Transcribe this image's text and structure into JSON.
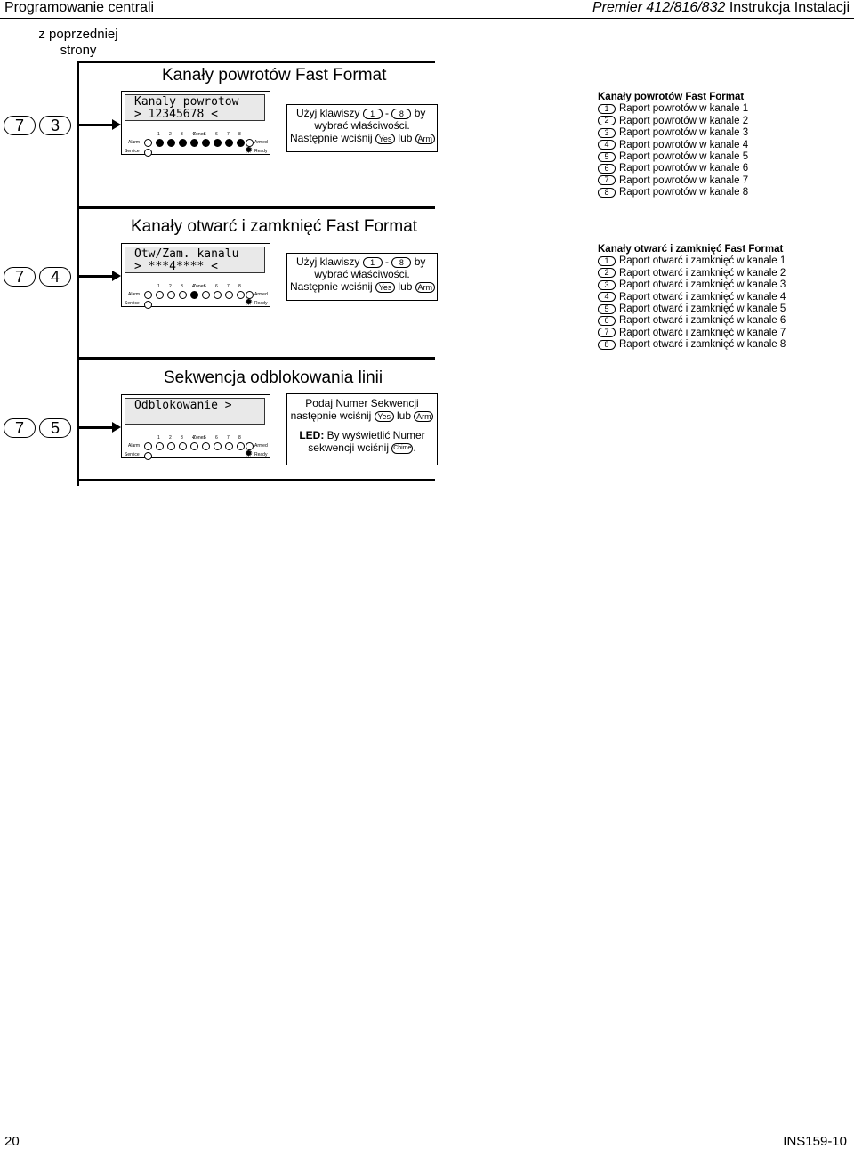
{
  "header": {
    "left": "Programowanie centrali",
    "right_italic": "Premier 412/816/832",
    "right_plain": "Instrukcja Instalacji"
  },
  "prev_page": "z poprzedniej strony",
  "sections": [
    {
      "keys": [
        "7",
        "3"
      ],
      "title": "Kanały powrotów Fast Format",
      "lcd_line1": "Kanaly powrotow",
      "lcd_line2": "> 12345678 <",
      "leds_on": [
        1,
        1,
        1,
        1,
        1,
        1,
        1,
        1
      ],
      "instr_pre": "Użyj klawiszy",
      "instr_k1": "1",
      "instr_dash": "-",
      "instr_k2": "8",
      "instr_by": "by",
      "instr_line2": "wybrać właściwości.",
      "instr_line3": "Następnie wciśnij",
      "instr_yes": "Yes",
      "instr_or": "lub",
      "instr_arm": "Arm",
      "list_title": "Kanały powrotów Fast Format",
      "list": [
        {
          "k": "1",
          "t": "Raport powrotów w kanale 1"
        },
        {
          "k": "2",
          "t": "Raport powrotów w kanale 2"
        },
        {
          "k": "3",
          "t": "Raport powrotów w kanale 3"
        },
        {
          "k": "4",
          "t": "Raport powrotów w kanale 4"
        },
        {
          "k": "5",
          "t": "Raport powrotów w kanale 5"
        },
        {
          "k": "6",
          "t": "Raport powrotów w kanale 6"
        },
        {
          "k": "7",
          "t": "Raport powrotów w kanale 7"
        },
        {
          "k": "8",
          "t": "Raport powrotów w kanale 8"
        }
      ]
    },
    {
      "keys": [
        "7",
        "4"
      ],
      "title": "Kanały otwarć i zamknięć Fast Format",
      "lcd_line1": "Otw/Zam. kanalu",
      "lcd_line2": "> ***4**** <",
      "leds_on": [
        0,
        0,
        0,
        1,
        0,
        0,
        0,
        0
      ],
      "instr_pre": "Użyj klawiszy",
      "instr_k1": "1",
      "instr_dash": "-",
      "instr_k2": "8",
      "instr_by": "by",
      "instr_line2": "wybrać właściwości.",
      "instr_line3": "Następnie wciśnij",
      "instr_yes": "Yes",
      "instr_or": "lub",
      "instr_arm": "Arm",
      "list_title": "Kanały otwarć i zamknięć Fast Format",
      "list": [
        {
          "k": "1",
          "t": "Raport otwarć i zamknięć w kanale 1"
        },
        {
          "k": "2",
          "t": "Raport otwarć i zamknięć w kanale 2"
        },
        {
          "k": "3",
          "t": "Raport otwarć i zamknięć w kanale 3"
        },
        {
          "k": "4",
          "t": "Raport otwarć i zamknięć w kanale 4"
        },
        {
          "k": "5",
          "t": "Raport otwarć i zamknięć w kanale 5"
        },
        {
          "k": "6",
          "t": "Raport otwarć i zamknięć w kanale 6"
        },
        {
          "k": "7",
          "t": "Raport otwarć i zamknięć w kanale 7"
        },
        {
          "k": "8",
          "t": "Raport otwarć i zamknięć w kanale 8"
        }
      ]
    },
    {
      "keys": [
        "7",
        "5"
      ],
      "title": "Sekwencja odblokowania linii",
      "lcd_line1": "Odblokowanie >",
      "lcd_line2": "",
      "leds_on": [
        0,
        0,
        0,
        0,
        0,
        0,
        0,
        0
      ],
      "instr_a1": "Podaj Numer Sekwencji",
      "instr_a2": "następnie wciśnij",
      "instr_yes": "Yes",
      "instr_or": "lub",
      "instr_arm": "Arm",
      "instr_led": "LED:",
      "instr_b1": "By wyświetlić Numer",
      "instr_b2": "sekwencji wciśnij",
      "instr_chime": "Chime",
      "instr_dot": "."
    }
  ],
  "lcd_labels": {
    "zones": "Zones",
    "alarm": "Alarm",
    "service": "Service",
    "armed": "Armed",
    "ready": "Ready",
    "nums": [
      "1",
      "2",
      "3",
      "4",
      "5",
      "6",
      "7",
      "8"
    ]
  },
  "footer": {
    "page": "20",
    "code": "INS159-10"
  }
}
